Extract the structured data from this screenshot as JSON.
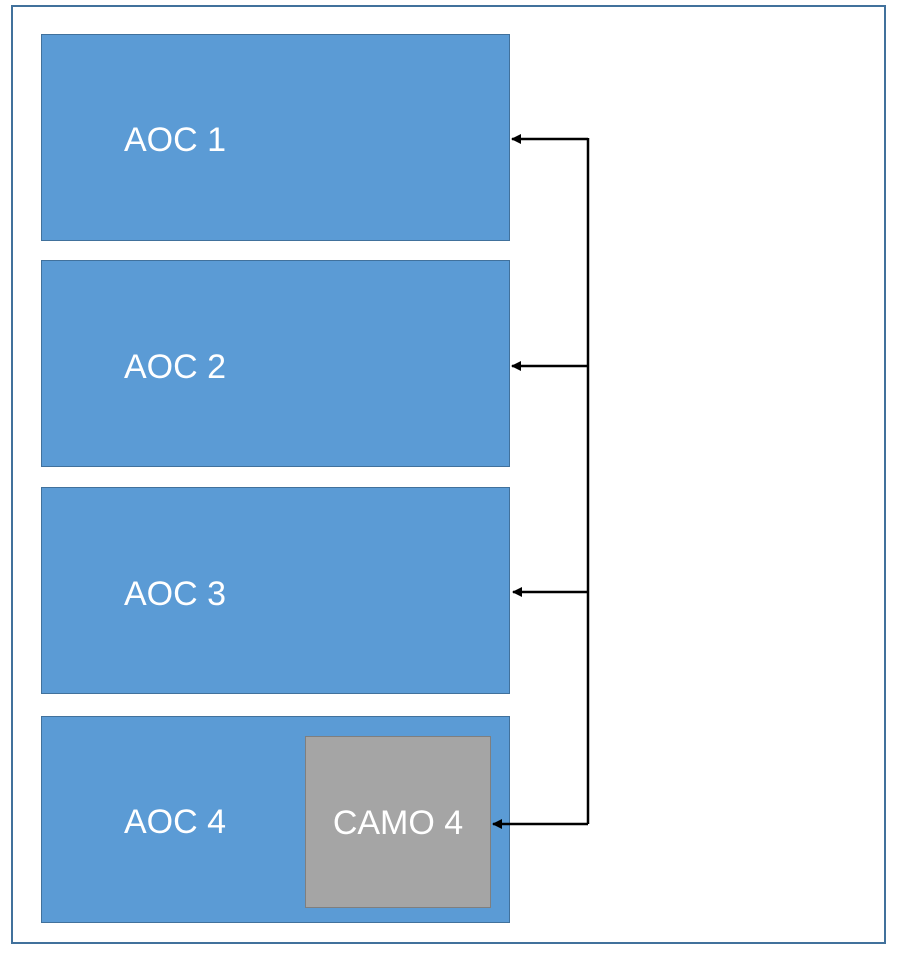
{
  "diagram": {
    "boxes": [
      {
        "label": "AOC 1"
      },
      {
        "label": "AOC 2"
      },
      {
        "label": "AOC 3"
      },
      {
        "label": "AOC 4"
      }
    ],
    "inner_box": {
      "label": "CAMO 4"
    },
    "colors": {
      "box_fill": "#5B9BD5",
      "box_border": "#41719C",
      "inner_fill": "#A5A5A5",
      "inner_border": "#7F7F7F",
      "frame_border": "#41719C",
      "connector": "#000000",
      "text": "#FFFFFF"
    }
  }
}
